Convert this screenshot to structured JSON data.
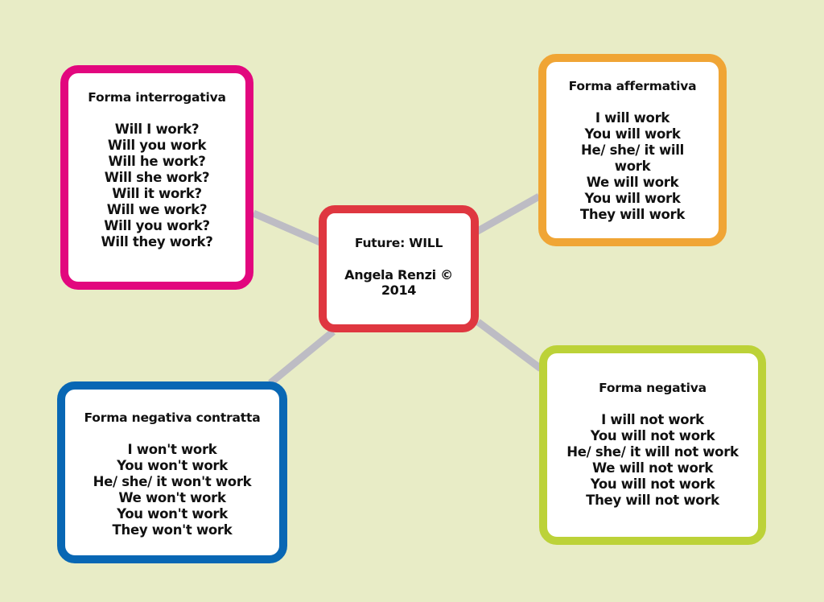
{
  "colors": {
    "background": "#e8ecc6",
    "connector": "#bdbcc4",
    "interrogative": "#e2077e",
    "affirmative": "#f0a535",
    "center": "#df3740",
    "negative_contracted": "#0867b4",
    "negative": "#bcd238"
  },
  "center": {
    "title": "Future: WILL",
    "lines": [
      "Angela Renzi ©",
      "2014"
    ]
  },
  "interrogative": {
    "title": "Forma interrogativa",
    "lines": [
      "Will I work?",
      "Will you work",
      "Will he work?",
      "Will she work?",
      "Will it work?",
      "Will we work?",
      "Will you work?",
      "Will they work?"
    ]
  },
  "affirmative": {
    "title": "Forma affermativa",
    "lines": [
      "I will work",
      "You will work",
      "He/ she/ it will work",
      "We will work",
      "You will work",
      "They will work"
    ]
  },
  "negative_contracted": {
    "title": "Forma negativa contratta",
    "lines": [
      "I won't work",
      "You won't work",
      "He/ she/ it won't work",
      "We won't work",
      "You won't work",
      "They won't work"
    ]
  },
  "negative": {
    "title": "Forma negativa",
    "lines": [
      "I will not work",
      "You will not work",
      "He/ she/ it will not work",
      "We will not work",
      "You will not work",
      "They will not work"
    ]
  }
}
